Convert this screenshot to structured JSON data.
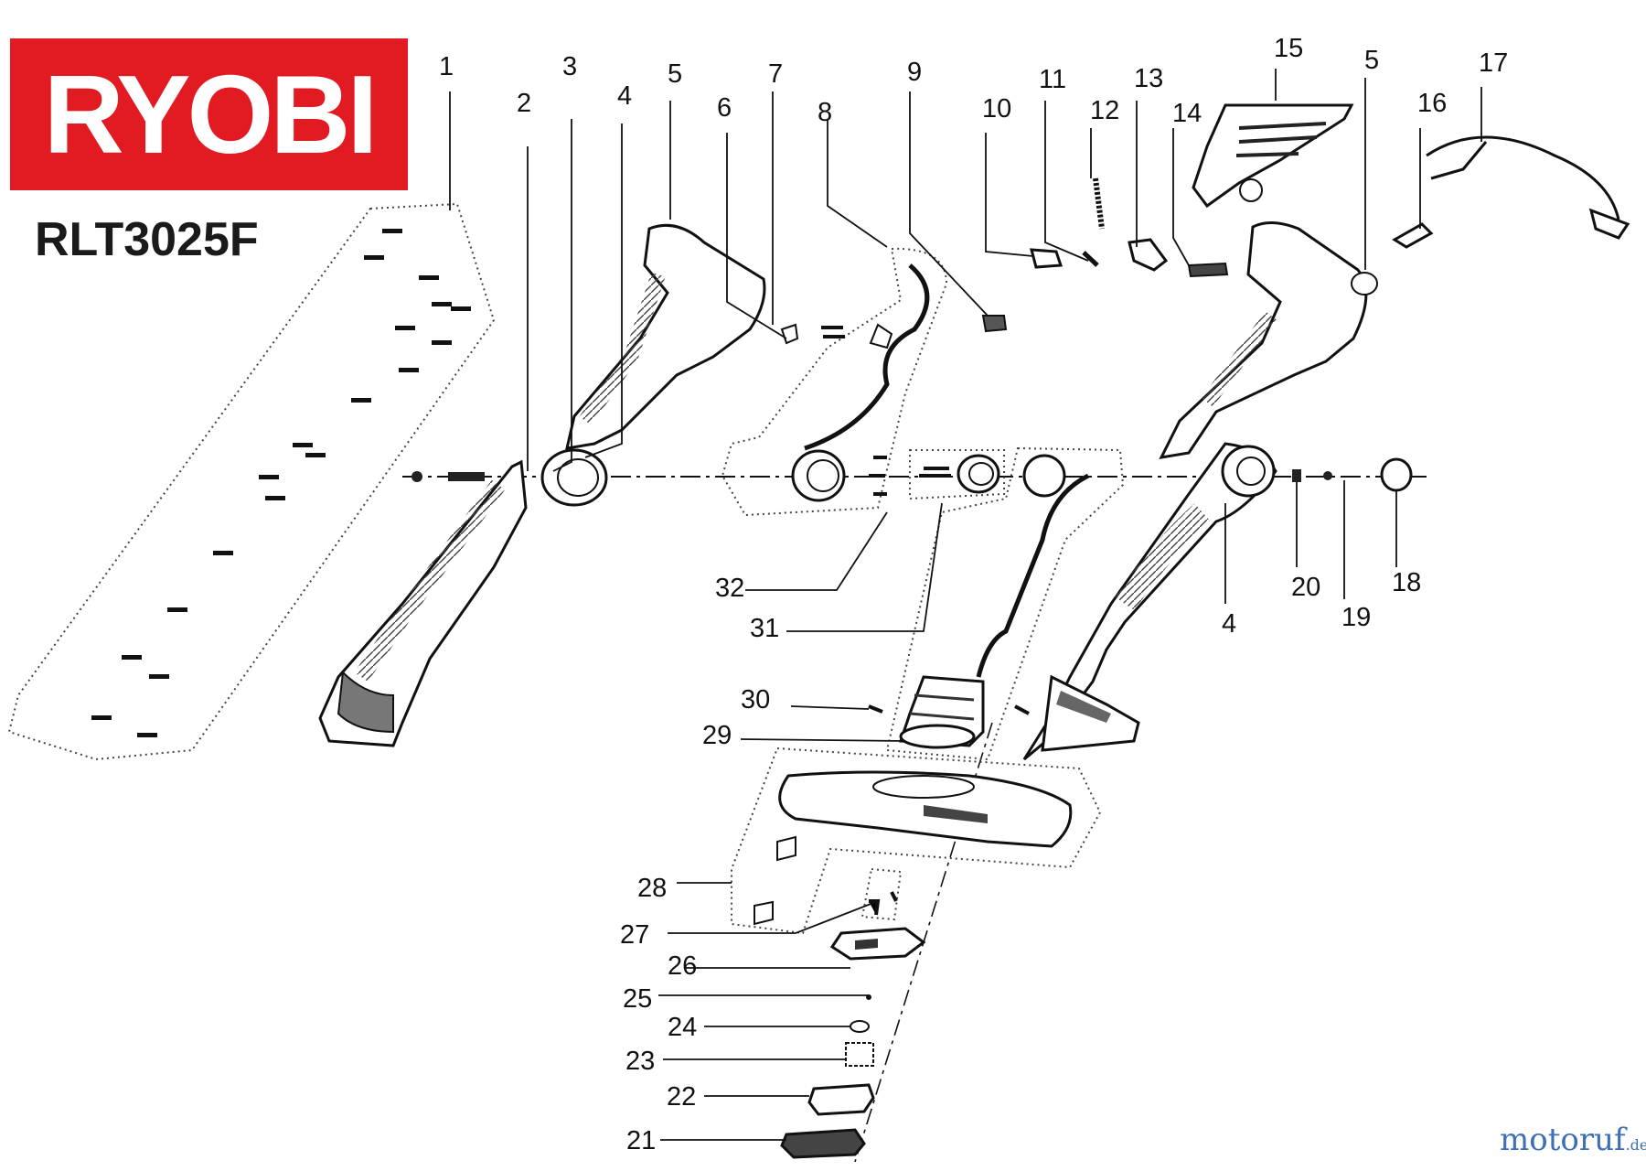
{
  "brand": {
    "logo_text": "RYOBI",
    "model": "RLT3025F",
    "logo_color": "#e21a22"
  },
  "watermark": {
    "text": "motoruf",
    "suffix": ".de"
  },
  "callouts": [
    "1",
    "2",
    "3",
    "4",
    "5",
    "6",
    "7",
    "8",
    "9",
    "10",
    "11",
    "12",
    "13",
    "14",
    "15",
    "5",
    "16",
    "17",
    "18",
    "19",
    "20",
    "4",
    "21",
    "22",
    "23",
    "24",
    "25",
    "26",
    "27",
    "28",
    "29",
    "30",
    "31",
    "32"
  ],
  "colors": {
    "line": "#111111",
    "fill": "#ffffff",
    "hatch": "#333333"
  }
}
